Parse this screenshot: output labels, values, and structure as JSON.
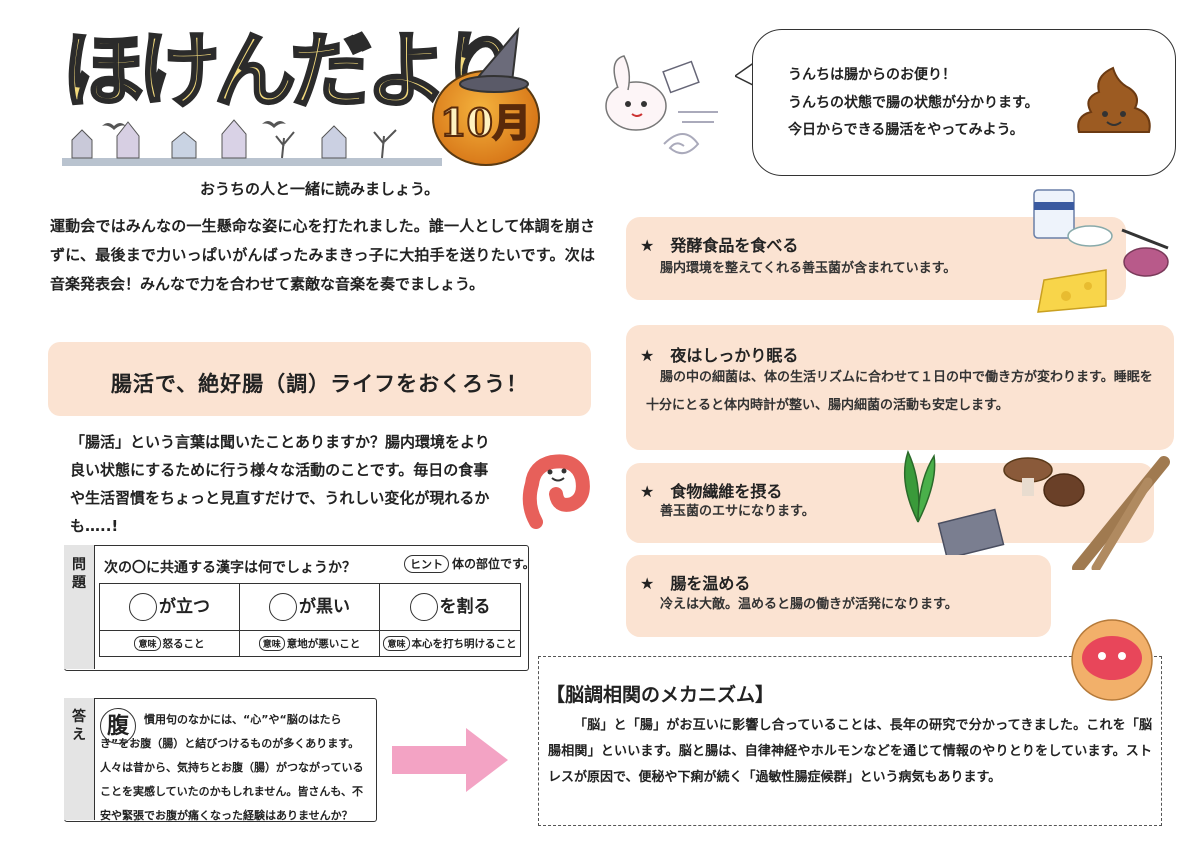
{
  "header": {
    "title": "ほけんだより",
    "month": "10月"
  },
  "subtitle": "おうちの人と一緒に読みましょう。",
  "intro": "運動会ではみんなの一生懸命な姿に心を打たれました。誰一人として体調を崩さずに、最後まで力いっぱいがんばったみまきっ子に大拍手を送りたいです。次は音楽発表会！みんなで力を合わせて素敵な音楽を奏でましょう。",
  "section_title": "腸活で、絶好腸（調）ライフをおくろう！",
  "kuchu_text": "「腸活」という言葉は聞いたことありますか？腸内環境をより良い状態にするために行う様々な活動のことです。毎日の食事や生活習慣をちょっと見直すだけで、うれしい変化が現れるかも…..!",
  "quiz": {
    "side_label": "問題",
    "question": "次の〇に共通する漢字は何でしょうか？",
    "hint_badge": "ヒント",
    "hint_text": "体の部位です。",
    "meaning_badge": "意味",
    "items": [
      {
        "word": "が立つ",
        "meaning": "怒ること"
      },
      {
        "word": "が黒い",
        "meaning": "意地が悪いこと"
      },
      {
        "word": "を割る",
        "meaning": "本心を打ち明けること"
      }
    ]
  },
  "answer": {
    "side_label": "答え",
    "kanji": "腹",
    "text": "慣用句のなかには、“心”や“脳のはたらき”をお腹（腸）と結びつけるものが多くあります。人々は昔から、気持ちとお腹（腸）がつながっていることを実感していたのかもしれません。皆さんも、不安や緊張でお腹が痛くなった経験はありませんか？"
  },
  "speech": {
    "line1": "うんちは腸からのお便り！",
    "line2": "うんちの状態で腸の状態が分かります。",
    "line3": "今日からできる腸活をやってみよう。"
  },
  "tips": [
    {
      "title": "★　発酵食品を食べる",
      "body": "腸内環境を整えてくれる善玉菌が含まれています。"
    },
    {
      "title": "★　夜はしっかり眠る",
      "body": "腸の中の細菌は、体の生活リズムに合わせて１日の中で働き方が変わります。睡眠を十分にとると体内時計が整い、腸内細菌の活動も安定します。"
    },
    {
      "title": "★　食物繊維を摂る",
      "body": "善玉菌のエサになります。"
    },
    {
      "title": "★　腸を温める",
      "body": "冷えは大敵。温めると腸の働きが活発になります。"
    }
  ],
  "mechanism": {
    "title": "【脳調相関のメカニズム】",
    "text": "「脳」と「腸」がお互いに影響し合っていることは、長年の研究で分かってきました。これを「脳腸相関」といいます。脳と腸は、自律神経やホルモンなどを通じて情報のやりとりをしています。ストレスが原因で、便秘や下痢が続く「過敏性腸症候群」という病気もあります。"
  },
  "colors": {
    "card_bg": "#fbe3d2",
    "title_fill": "#f3da7c",
    "arrow": "#f3a3c4"
  }
}
